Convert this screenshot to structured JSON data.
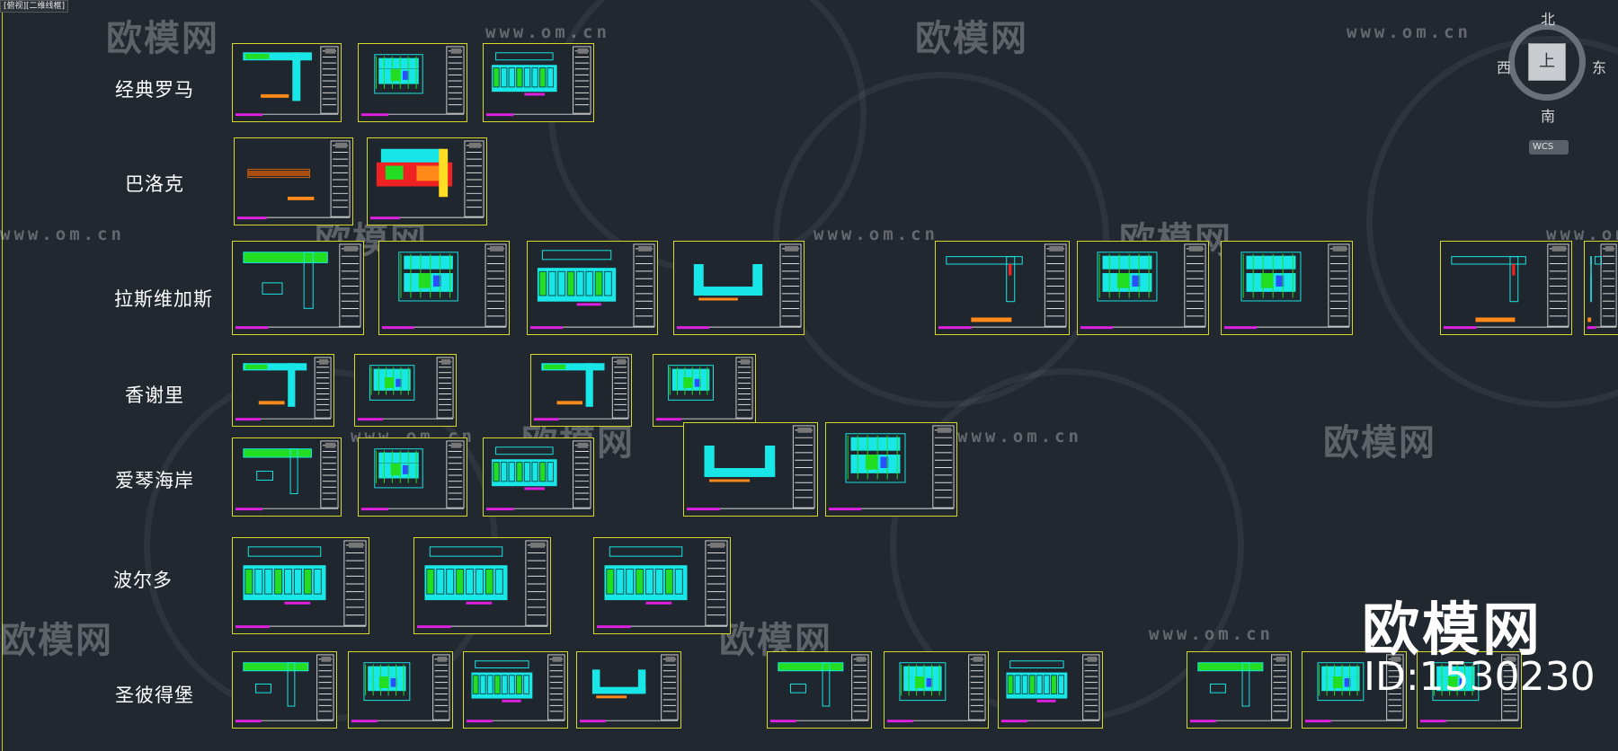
{
  "view_tag": "[俯视][二维线框]",
  "viewcube": {
    "north": "北",
    "south": "南",
    "west": "西",
    "east": "东",
    "face": "上",
    "wcs": "WCS"
  },
  "watermark": {
    "brand": "欧模网",
    "url": "www.om.cn",
    "big_brand": "欧模网",
    "big_id": "ID:1530230"
  },
  "rows": [
    {
      "label": "经典罗马"
    },
    {
      "label": "巴洛克"
    },
    {
      "label": "拉斯维加斯"
    },
    {
      "label": "香谢里"
    },
    {
      "label": "爱琴海岸"
    },
    {
      "label": "波尔多"
    },
    {
      "label": "圣彼得堡"
    }
  ],
  "colors": {
    "background": "#212830",
    "frame": "#d8d82a",
    "cyan": "#19e6e6",
    "green": "#22dd22",
    "magenta": "#e020e0",
    "orange": "#ff8a1a",
    "red": "#ee2222",
    "blue": "#2850ff"
  }
}
